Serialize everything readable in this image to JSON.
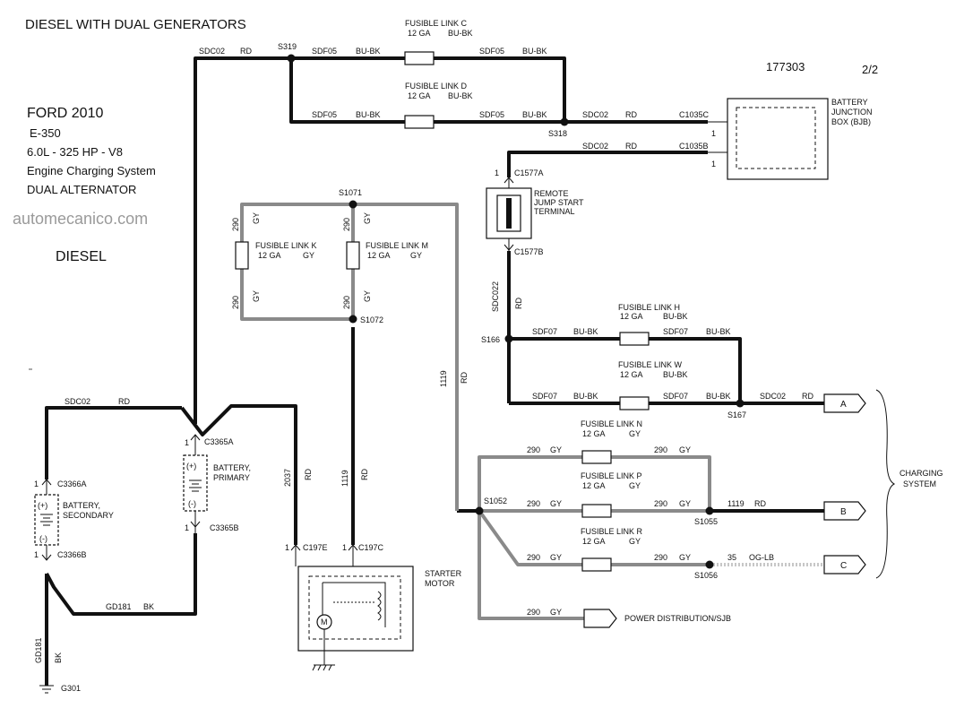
{
  "header": {
    "title": "DIESEL WITH DUAL GENERATORS",
    "doc_number": "177303",
    "page": "2/2"
  },
  "info": {
    "make": "FORD 2010",
    "model": "E-350",
    "engine": "6.0L -  325 HP - V8",
    "system": "Engine Charging System",
    "alternator": "DUAL ALTERNATOR",
    "watermark": "automecanico.com",
    "fuel": "DIESEL"
  },
  "splices": [
    "S319",
    "S318",
    "S1071",
    "S1072",
    "S166",
    "S167",
    "S1052",
    "S1055",
    "S1056"
  ],
  "connectors": [
    "C1035C",
    "C1035B",
    "C1577A",
    "C1577B",
    "C3365A",
    "C3365B",
    "C3366A",
    "C3366B",
    "C197E",
    "C197C"
  ],
  "pins": {
    "p1": "1"
  },
  "fusible_links": {
    "c": {
      "name": "FUSIBLE LINK C",
      "ga": "12 GA",
      "color": "BU-BK"
    },
    "d": {
      "name": "FUSIBLE LINK D",
      "ga": "12 GA",
      "color": "BU-BK"
    },
    "k": {
      "name": "FUSIBLE LINK K",
      "ga": "12 GA",
      "color": "GY"
    },
    "m": {
      "name": "FUSIBLE LINK M",
      "ga": "12 GA",
      "color": "GY"
    },
    "h": {
      "name": "FUSIBLE LINK H",
      "ga": "12 GA",
      "color": "BU-BK"
    },
    "w": {
      "name": "FUSIBLE LINK W",
      "ga": "12 GA",
      "color": "BU-BK"
    },
    "n": {
      "name": "FUSIBLE LINK N",
      "ga": "12 GA",
      "color": "GY"
    },
    "p": {
      "name": "FUSIBLE LINK P",
      "ga": "12 GA",
      "color": "GY"
    },
    "r": {
      "name": "FUSIBLE LINK R",
      "ga": "12 GA",
      "color": "GY"
    }
  },
  "wires": {
    "sdc02": "SDC02",
    "sdf05": "SDF05",
    "sdf07": "SDF07",
    "sdc022": "SDC022",
    "rd": "RD",
    "bubk": "BU-BK",
    "gy": "GY",
    "bk": "BK",
    "n290": "290",
    "n1119": "1119",
    "n2037": "2037",
    "n35": "35",
    "oglb": "OG-LB",
    "gd181": "GD181"
  },
  "components": {
    "bjb": [
      "BATTERY",
      "JUNCTION",
      "BOX (BJB)"
    ],
    "remote": [
      "REMOTE",
      "JUMP START",
      "TERMINAL"
    ],
    "batt_primary": [
      "BATTERY,",
      "PRIMARY"
    ],
    "batt_secondary": [
      "BATTERY,",
      "SECONDARY"
    ],
    "starter": [
      "STARTER",
      "MOTOR"
    ],
    "ground": "G301",
    "plus": "(+)",
    "minus": "(-)",
    "motor_m": "M"
  },
  "outputs": {
    "a": "A",
    "b": "B",
    "c": "C",
    "charging": [
      "CHARGING",
      "SYSTEM"
    ],
    "power_dist": "POWER DISTRIBUTION/SJB"
  }
}
